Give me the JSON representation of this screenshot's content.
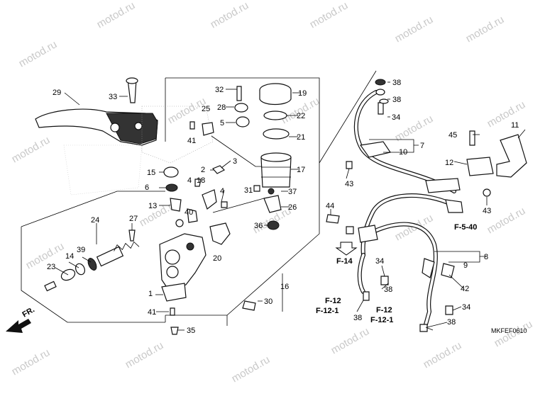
{
  "diagram": {
    "watermark_text": "motod.ru",
    "image_code": "MKFEF0610",
    "direction_label": "FR.",
    "callouts": {
      "c1": "1",
      "c2": "2",
      "c3": "3",
      "c4a": "4",
      "c4b": "4",
      "c5": "5",
      "c6": "6",
      "c7": "7",
      "c8": "8",
      "c9": "9",
      "c10": "10",
      "c11": "11",
      "c12": "12",
      "c13": "13",
      "c14": "14",
      "c15": "15",
      "c16": "16",
      "c17": "17",
      "c18": "18",
      "c19": "19",
      "c20": "20",
      "c21": "21",
      "c22": "22",
      "c23": "23",
      "c24": "24",
      "c25": "25",
      "c26": "26",
      "c27": "27",
      "c28": "28",
      "c29": "29",
      "c30": "30",
      "c31": "31",
      "c32": "32",
      "c33": "33",
      "c34a": "34",
      "c34b": "34",
      "c34c": "34",
      "c35": "35",
      "c36": "36",
      "c37": "37",
      "c38a": "38",
      "c38b": "38",
      "c38c": "38",
      "c38d": "38",
      "c38e": "38",
      "c39": "39",
      "c40": "40",
      "c41a": "41",
      "c41b": "41",
      "c42": "42",
      "c43a": "43",
      "c43b": "43",
      "c44": "44",
      "c45": "45"
    },
    "references": {
      "f540": "F-5-40",
      "f14": "F-14",
      "f12a": "F-12",
      "f121a": "F-12-1",
      "f12b": "F-12",
      "f121b": "F-12-1"
    }
  }
}
